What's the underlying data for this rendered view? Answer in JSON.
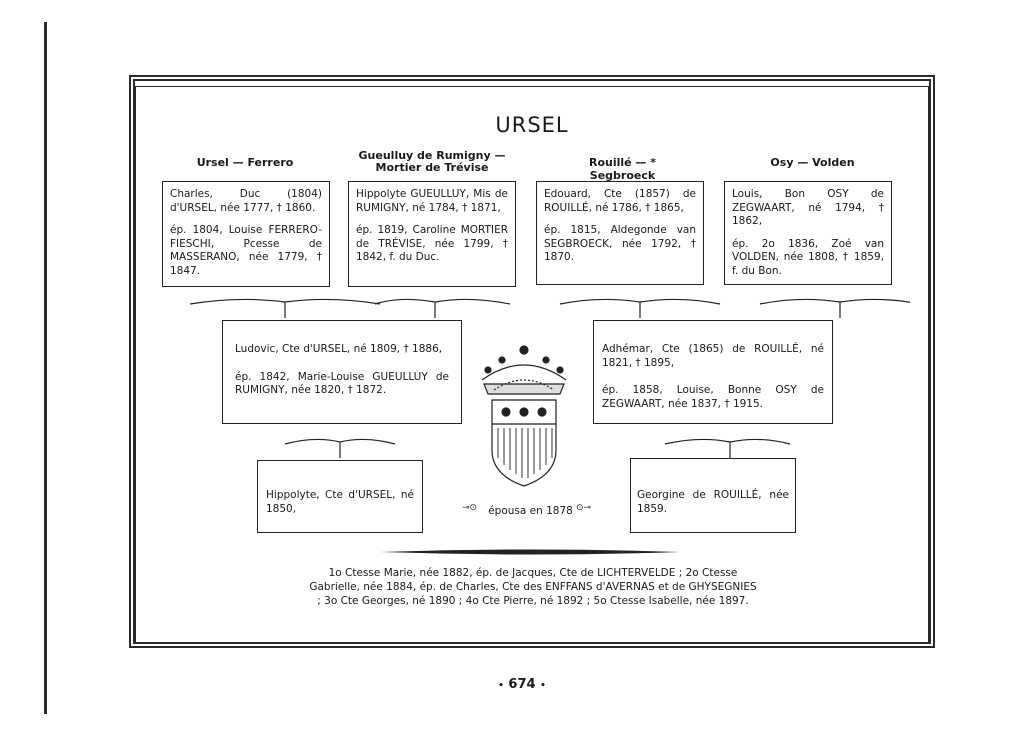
{
  "title": "URSEL",
  "columns": [
    {
      "heading": "Ursel — Ferrero"
    },
    {
      "heading": "Gueulluy de Rumigny — Mortier de Trévise"
    },
    {
      "heading": "Rouillé — * Segbroeck"
    },
    {
      "heading": "Osy — Volden"
    }
  ],
  "top_boxes": [
    {
      "line1": "Charles, Duc (1804) d'URSEL, née 1777, † 1860.",
      "line2": "ép. 1804, Louise FERRERO-FIESCHI, Pcesse de MASSERANO, née 1779, † 1847."
    },
    {
      "line1": "Hippolyte GUEULLUY, Mis de RUMIGNY, né 1784, † 1871,",
      "line2": "ép. 1819, Caroline MORTIER de TRÉVISE, née 1799, † 1842, f. du Duc."
    },
    {
      "line1": "Edouard, Cte (1857) de ROUILLÉ, né 1786, † 1865,",
      "line2": "ép. 1815, Aldegonde van SEGBROECK, née 1792, † 1870."
    },
    {
      "line1": "Louis, Bon OSY de ZEGWAART, né 1794, † 1862,",
      "line2": "ép. 2o 1836, Zoé van VOLDEN, née 1808, † 1859, f. du Bon."
    }
  ],
  "middle_boxes": [
    {
      "line1": "Ludovic, Cte d'URSEL, né 1809, † 1886,",
      "line2": "ép. 1842, Marie-Louise GUEULLUY de RUMIGNY, née 1820, † 1872."
    },
    {
      "line1": "Adhémar, Cte (1865) de ROUILLÉ, né 1821, † 1895,",
      "line2": "ép. 1858, Louise, Bonne OSY de ZEGWAART, née 1837, † 1915."
    }
  ],
  "bottom_boxes": [
    {
      "text": "Hippolyte, Cte d'URSEL, né 1850,"
    },
    {
      "text": "Georgine de ROUILLÉ, née 1859."
    }
  ],
  "marriage": "épousa en 1878",
  "children": "1o Ctesse Marie, née 1882, ép. de Jacques, Cte de LICHTERVELDE ; 2o Ctesse Gabrielle, née 1884, ép. de Charles, Cte des ENFFANS d'AVERNAS et de GHYSEGNIES ; 3o Cte Georges, né 1890 ; 4o Cte Pierre, né 1892 ; 5o Ctesse Isabelle, née 1897.",
  "page_number": "674",
  "icons": [
    "coronet-icon",
    "coat-of-arms-icon"
  ]
}
